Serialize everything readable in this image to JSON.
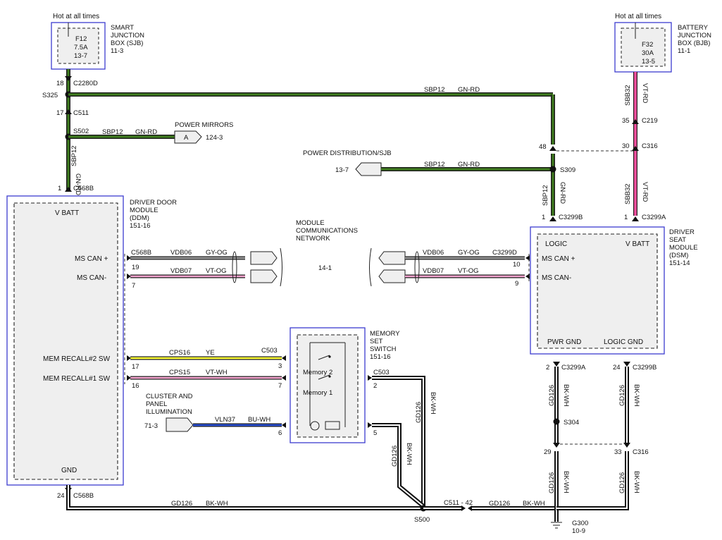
{
  "top_left": {
    "hot_label": "Hot at all times",
    "fuse_name": "F12",
    "fuse_rating": "7.5A",
    "fuse_ref": "13-7",
    "box_label_1": "SMART",
    "box_label_2": "JUNCTION",
    "box_label_3": "BOX (SJB)",
    "box_ref": "11-3",
    "pin_18": "18",
    "conn_c2280d": "C2280D",
    "splice_s325": "S325",
    "pin_17": "17",
    "conn_c511": "C511",
    "splice_s502": "S502",
    "sbp12_h": "SBP12",
    "gnrd_h": "GN-RD",
    "power_mirrors": "POWER MIRRORS",
    "pm_letter": "A",
    "pm_ref": "124-3",
    "sbp12_v": "SBP12",
    "gnrd_v": "GN-RD",
    "pin_1": "1",
    "conn_c568b": "C568B"
  },
  "top_right": {
    "hot_label": "Hot at all times",
    "fuse_name": "F32",
    "fuse_rating": "30A",
    "fuse_ref": "13-5",
    "box_label_1": "BATTERY",
    "box_label_2": "JUNCTION",
    "box_label_3": "BOX (BJB)",
    "box_ref": "11-1",
    "sbb32_a": "SBB32",
    "vtrd_a": "VT-RD",
    "pin_35": "35",
    "conn_c219": "C219",
    "pin_30": "30",
    "conn_c316": "C316",
    "sbb32_b": "SBB32",
    "vtrd_b": "VT-RD",
    "pin_1": "1",
    "conn_c3299a": "C3299A"
  },
  "middle_top": {
    "sbp12_top": "SBP12",
    "gnrd_top": "GN-RD",
    "pin_48": "48",
    "power_dist": "POWER DISTRIBUTION/SJB",
    "pd_ref": "13-7",
    "sbp12_mid": "SBP12",
    "gnrd_mid": "GN-RD",
    "splice_s309": "S309",
    "sbp12_v": "SBP12",
    "gnrd_v": "GN-RD",
    "pin_1": "1",
    "conn_c3299b": "C3299B"
  },
  "ddm": {
    "title_1": "DRIVER DOOR",
    "title_2": "MODULE",
    "title_3": "(DDM)",
    "title_ref": "151-16",
    "vbatt": "V BATT",
    "ms_can_plus": "MS CAN +",
    "ms_can_minus": "MS CAN-",
    "mem2": "MEM RECALL#2 SW",
    "mem1": "MEM RECALL#1 SW",
    "gnd": "GND",
    "conn": "C568B",
    "pin_19": "19",
    "pin_7": "7",
    "pin_17": "17",
    "pin_16": "16",
    "pin_24": "24",
    "conn_bottom": "C568B"
  },
  "network": {
    "label_1": "MODULE",
    "label_2": "COMMUNICATIONS",
    "label_3": "NETWORK",
    "ref": "14-1",
    "vdb06_l": "VDB06",
    "gyog_l": "GY-OG",
    "vdb07_l": "VDB07",
    "vtog_l": "VT-OG",
    "vdb06_r": "VDB06",
    "gyog_r": "GY-OG",
    "vdb07_r": "VDB07",
    "vtog_r": "VT-OG",
    "conn_r": "C3299D",
    "pin_10": "10",
    "pin_9": "9"
  },
  "dsm": {
    "title_1": "DRIVER",
    "title_2": "SEAT",
    "title_3": "MODULE",
    "title_4": "(DSM)",
    "title_ref": "151-14",
    "logic": "LOGIC",
    "vbatt": "V BATT",
    "ms_can_plus": "MS CAN +",
    "ms_can_minus": "MS CAN-",
    "pwr_gnd": "PWR GND",
    "logic_gnd": "LOGIC GND",
    "pin_2": "2",
    "conn_c3299a": "C3299A",
    "pin_24": "24",
    "conn_c3299b": "C3299B"
  },
  "memory_switch": {
    "title_1": "MEMORY",
    "title_2": "SET",
    "title_3": "SWITCH",
    "title_ref": "151-16",
    "memory2": "Memory 2",
    "memory1": "Memory 1",
    "conn_c503_top": "C503",
    "conn_c503_right": "C503",
    "pin_3": "3",
    "pin_7": "7",
    "pin_6": "6",
    "pin_2": "2",
    "pin_5": "5"
  },
  "signals": {
    "cps16": "CPS16",
    "ye": "YE",
    "cps15": "CPS15",
    "vtwh": "VT-WH",
    "cluster_1": "CLUSTER AND",
    "cluster_2": "PANEL",
    "cluster_3": "ILLUMINATION",
    "cluster_ref": "71-3",
    "vln37": "VLN37",
    "buwh": "BU-WH"
  },
  "grounds": {
    "gd126_a": "GD126",
    "bkwh_a": "BK-WH",
    "gd126_b": "GD126",
    "bkwh_b": "BK-WH",
    "gd126_c": "GD126",
    "bkwh_c": "BK-WH",
    "gd126_d": "GD126",
    "bkwh_d": "BK-WH",
    "splice_s304": "S304",
    "pin_29": "29",
    "pin_33": "33",
    "conn_c316": "C316",
    "gd126_e": "GD126",
    "bkwh_e": "BK-WH",
    "gd126_f": "GD126",
    "bkwh_f": "BK-WH",
    "gd126_bottom": "GD126",
    "bkwh_bottom": "BK-WH",
    "splice_s500": "S500",
    "conn_c511_42": "C511  -  42",
    "gd126_right": "GD126",
    "bkwh_right": "BK-WH",
    "ground_g300": "G300",
    "ground_ref": "10-9"
  },
  "colors": {
    "green_wire": "#3f7d1e",
    "violet_red_wire": "#ff4fa0",
    "yellow_wire": "#ffff33",
    "blue_wire": "#2850d8",
    "module_border": "#3c3cd0"
  }
}
